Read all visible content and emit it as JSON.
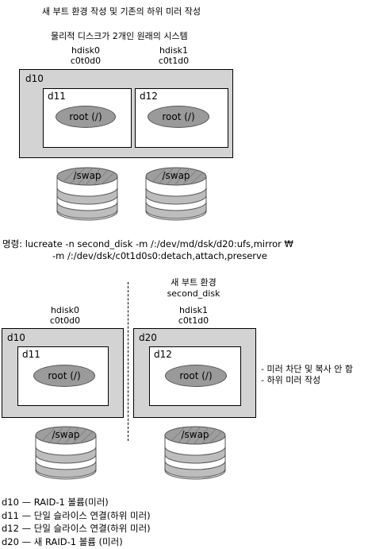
{
  "top": {
    "title": "새 부트 환경 작성 및 기존의 하위 미러 작성",
    "subtitle": "물리적 디스크가 2개인 원래의 시스템",
    "disk_left": {
      "name": "hdisk0",
      "device": "c0t0d0"
    },
    "disk_right": {
      "name": "hdisk1",
      "device": "c0t1d0"
    },
    "outer_label": "d10",
    "inner_left_label": "d11",
    "inner_right_label": "d12",
    "root_label": "root (/)",
    "swap_label": "/swap"
  },
  "command": {
    "line1": "명령: lucreate -n second_disk -m /:/dev/md/dsk/d20:ufs,mirror ₩",
    "line2": "-m /:/dev/dsk/c0t1d0s0:detach,attach,preserve"
  },
  "bottom": {
    "new_env_title": "새 부트 환경",
    "new_env_name": "second_disk",
    "disk_left": {
      "name": "hdisk0",
      "device": "c0t0d0"
    },
    "disk_right": {
      "name": "hdisk1",
      "device": "c0t1d0"
    },
    "left_outer_label": "d10",
    "left_inner_label": "d11",
    "right_outer_label": "d20",
    "right_inner_label": "d12",
    "root_label": "root (/)",
    "swap_label": "/swap",
    "notes": [
      "- 미러 차단 및 복사 안 함",
      "- 하위 미러 작성"
    ]
  },
  "legend": [
    "d10 — RAID-1 볼륨(미러)",
    "d11 — 단일 슬라이스 연결(하위 미러)",
    "d12 — 단일 슬라이스 연결(하위 미러)",
    "d20 — 새 RAID-1 볼륨 (미러)"
  ]
}
